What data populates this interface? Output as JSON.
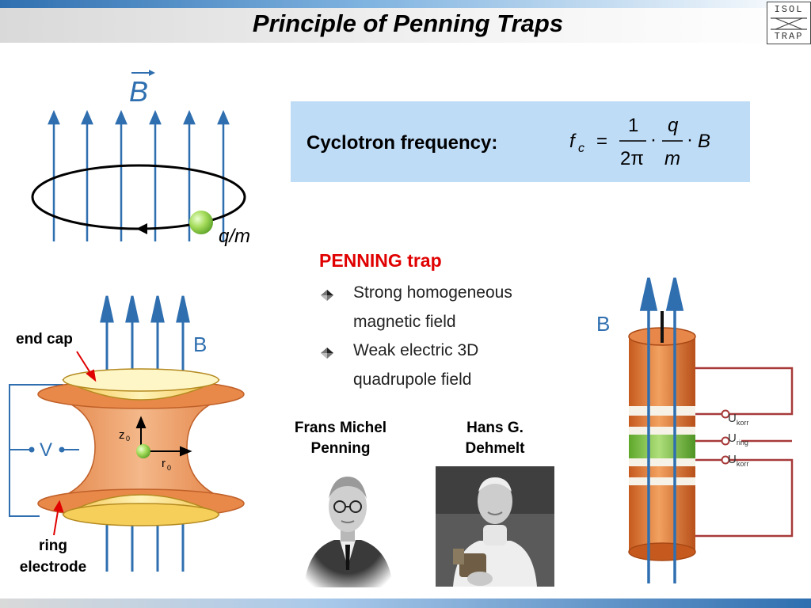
{
  "slide": {
    "title": "Principle of Penning Traps",
    "logo": {
      "line1": "ISOL",
      "line2": "TRAP"
    }
  },
  "field_diagram": {
    "field_symbol": "B",
    "particle_label": "q/m"
  },
  "frequency": {
    "label": "Cyclotron frequency:",
    "formula": {
      "lhs": "f",
      "lhs_sub": "c",
      "numerator_1": "1",
      "denominator_1": "2π",
      "numerator_2": "q",
      "denominator_2": "m",
      "field": "B"
    }
  },
  "penning": {
    "heading": "PENNING trap",
    "bullets": [
      {
        "text": "Strong homogeneous magnetic field"
      },
      {
        "text": "Weak electric 3D quadrupole field"
      }
    ]
  },
  "people": [
    {
      "name": "Frans Michel Penning"
    },
    {
      "name": "Hans G. Dehmelt"
    }
  ],
  "trap_diagram": {
    "end_cap_label": "end cap",
    "ring_label": "ring electrode",
    "b_label": "B",
    "voltage_label": "V",
    "z_label": "z",
    "z_sub": "0",
    "r_label": "r",
    "r_sub": "0"
  },
  "cylinder_diagram": {
    "b_label": "B",
    "voltages": [
      {
        "main": "U",
        "sub": "korr"
      },
      {
        "main": "U",
        "sub": "ring"
      },
      {
        "main": "U",
        "sub": "korr"
      }
    ]
  },
  "colors": {
    "accent_red": "#e00000",
    "field_blue": "#2f6fb0",
    "box_blue": "#bfdcf7",
    "electrode_orange": "#e9955a",
    "wire_red": "#a83a3a",
    "ion_green": "#9ed35a"
  }
}
